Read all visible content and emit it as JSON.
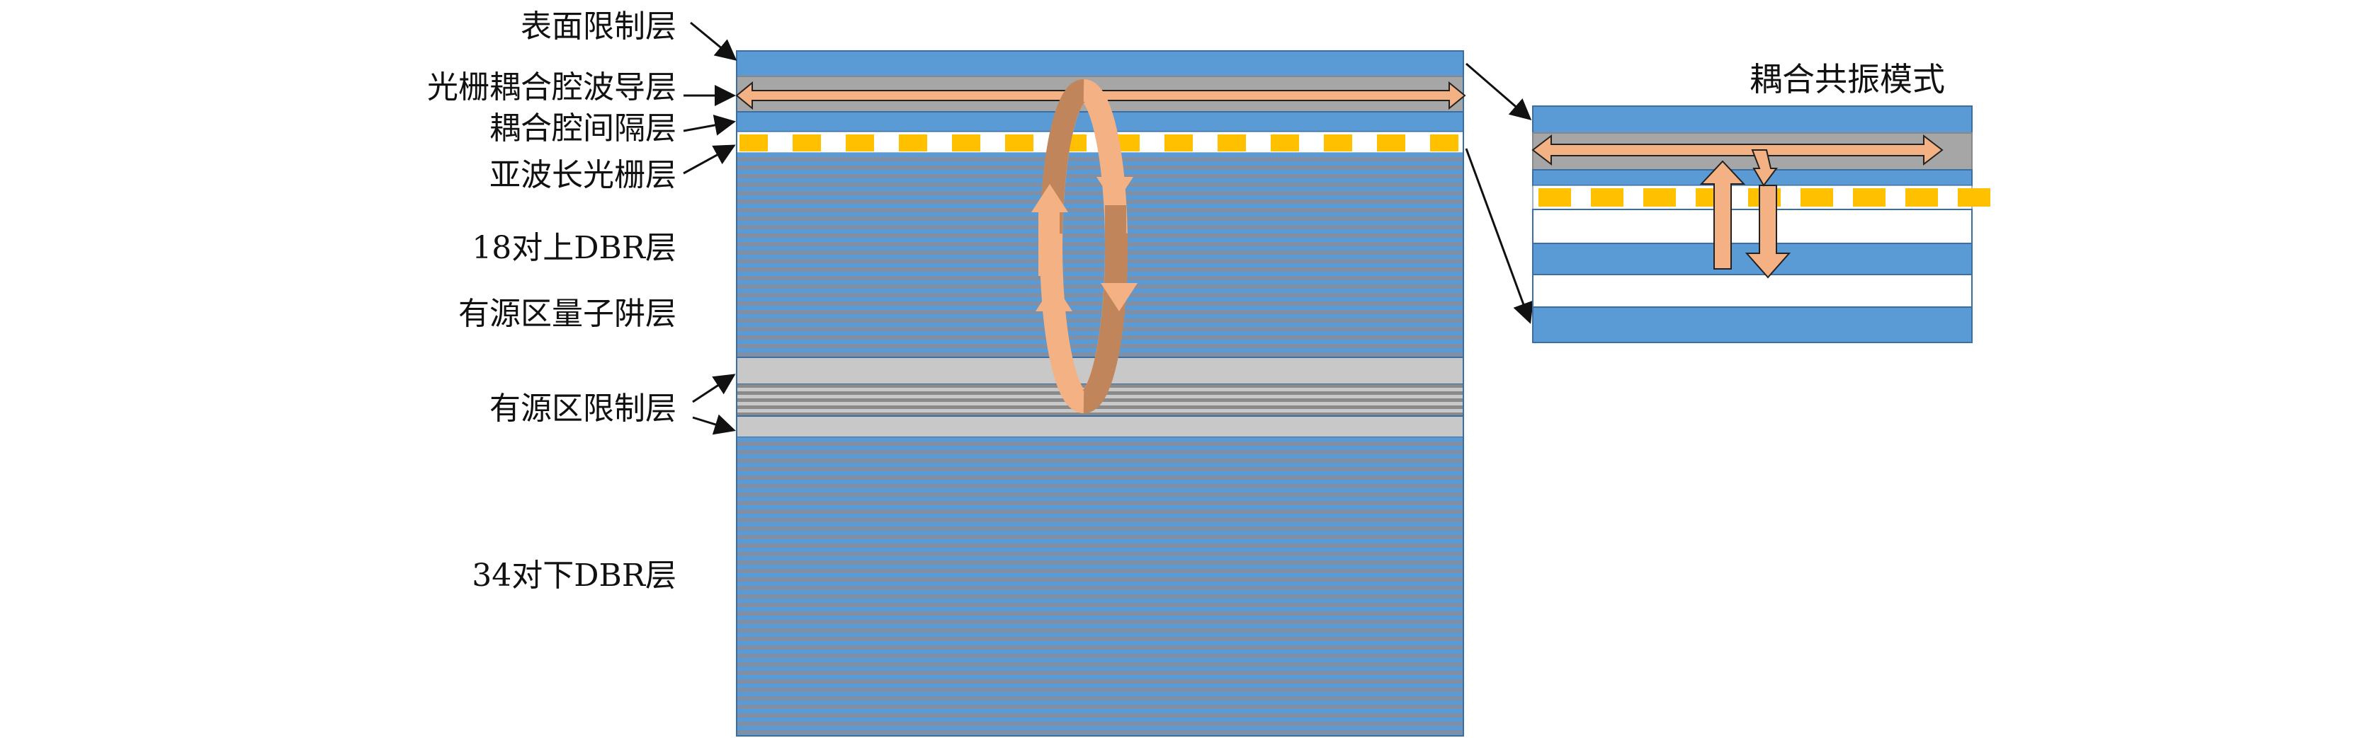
{
  "labels": {
    "surface_cladding": "表面限制层",
    "grating_waveguide": "光栅耦合腔波导层",
    "coupling_spacer": "耦合腔间隔层",
    "subwavelength_grating": "亚波长光栅层",
    "upper_dbr": "18对上DBR层",
    "active_qw": "有源区量子阱层",
    "active_confinement": "有源区限制层",
    "lower_dbr": "34对下DBR层",
    "inset_title": "耦合共振模式"
  },
  "colors": {
    "blue": "#5b9bd5",
    "gray": "#a6a6a6",
    "light_gray": "#c8c8c8",
    "gold": "#ffc000",
    "salmon": "#f4b183",
    "brown": "#c0855a",
    "outline": "#3a6ea5"
  },
  "icons": {
    "upward_arrow": "up-arrow-icon",
    "downward_arrow": "down-arrow-icon",
    "bidirectional_arrow": "double-arrow-icon",
    "resonance_loop": "loop-icon"
  }
}
